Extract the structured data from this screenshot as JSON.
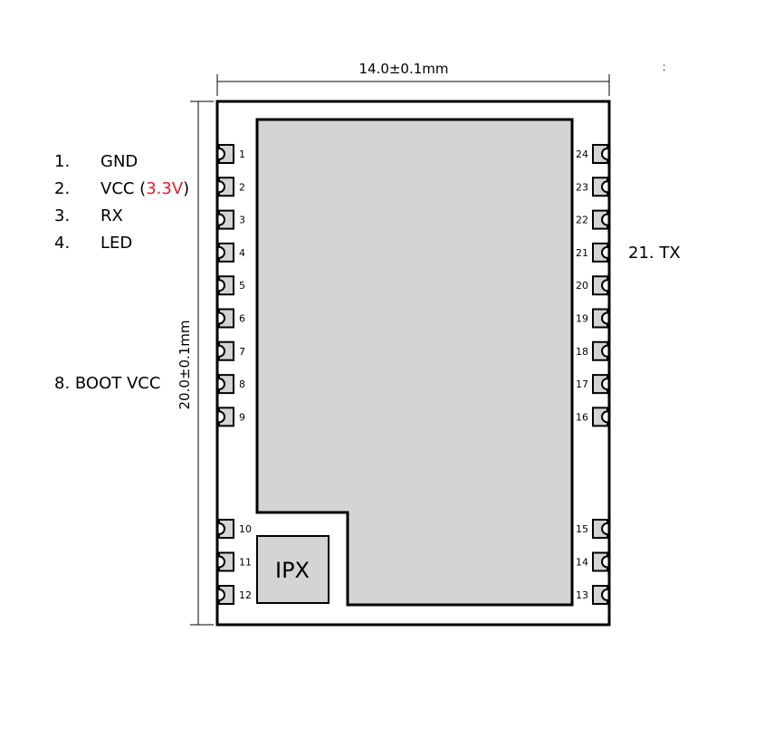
{
  "dimensions": {
    "width_label": "14.0±0.1mm",
    "height_label": "20.0±0.1mm"
  },
  "antenna_label": "IPX",
  "left_pins": [
    "1",
    "2",
    "3",
    "4",
    "5",
    "6",
    "7",
    "8",
    "9"
  ],
  "left_bottom_pins": [
    "10",
    "11",
    "12"
  ],
  "right_pins": [
    "24",
    "23",
    "22",
    "21",
    "20",
    "19",
    "18",
    "17",
    "16"
  ],
  "right_bottom_pins": [
    "15",
    "14",
    "13"
  ],
  "pin_notes": [
    {
      "num": "1.",
      "label": "GND"
    },
    {
      "num": "2.",
      "label": "VCC (",
      "highlight": "3.3V",
      "suffix": ")"
    },
    {
      "num": "3.",
      "label": "RX"
    },
    {
      "num": "4.",
      "label": "LED"
    }
  ],
  "boot_note": "8. BOOT VCC",
  "tx_note": "21. TX",
  "colors": {
    "outline": "#000000",
    "chip_fill": "#d4d4d4",
    "pad_fill": "#d4d4d4",
    "highlight": "#e0202a"
  }
}
